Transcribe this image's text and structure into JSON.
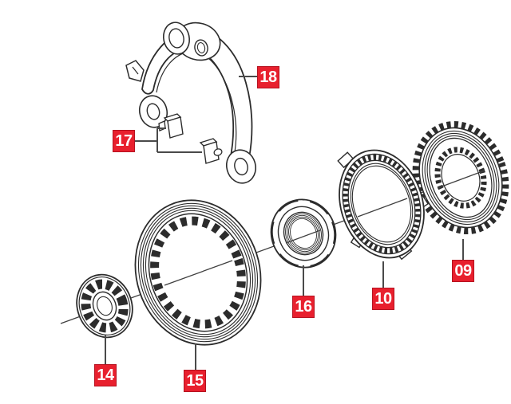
{
  "diagram": {
    "kind": "exploded-parts-diagram",
    "colors": {
      "background": "#ffffff",
      "line_art": "#2c2c2c",
      "leader_line": "#4a4a4a",
      "axis_line": "#3f3f3f",
      "callout_bg": "#e8202e",
      "callout_border": "#b51220",
      "callout_text": "#ffffff"
    },
    "labels": [
      {
        "text": "18"
      },
      {
        "text": "17"
      },
      {
        "text": "14"
      },
      {
        "text": "15"
      },
      {
        "text": "16"
      },
      {
        "text": "10"
      },
      {
        "text": "09"
      }
    ]
  }
}
